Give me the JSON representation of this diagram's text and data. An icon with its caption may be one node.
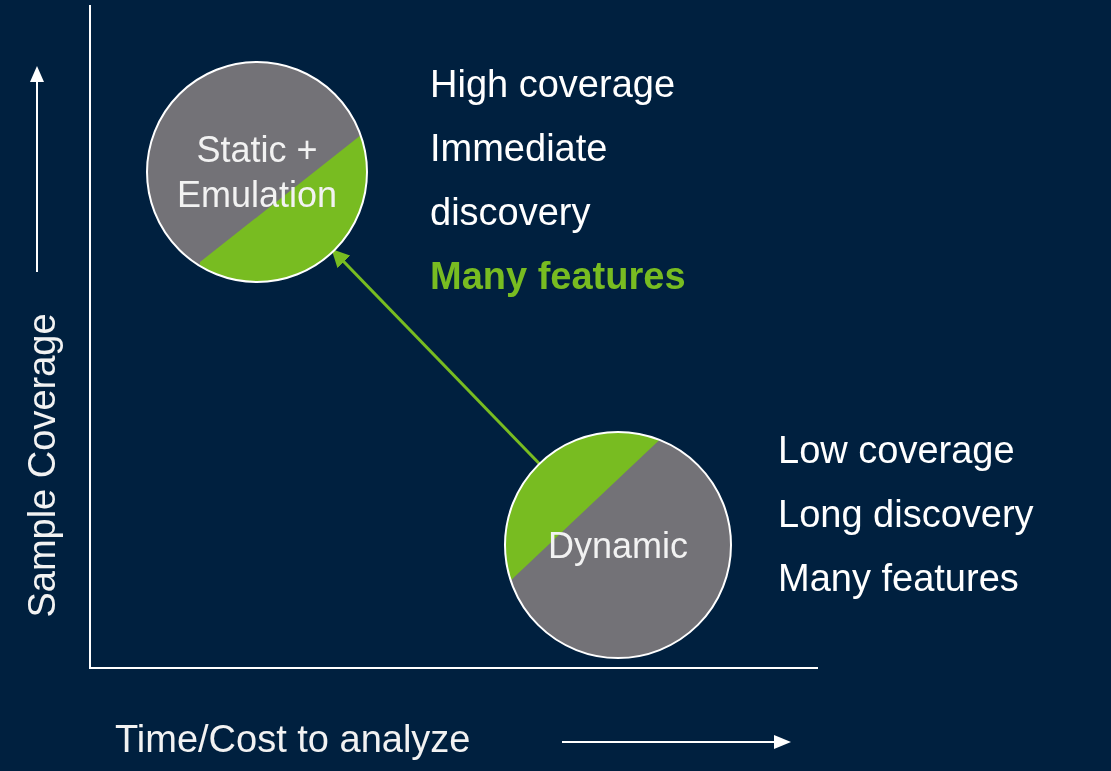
{
  "diagram": {
    "nodes": [
      {
        "text": [
          "Static + Emulation"
        ],
        "beside": [
          "High coverage",
          "Immediate discovery",
          "Many features"
        ]
      },
      {
        "text": [
          "Dynamic"
        ],
        "beside": [
          "Low coverage",
          "Long discovery",
          "Many features"
        ]
      }
    ],
    "edges": [
      {
        "from": 1,
        "to": 0,
        "arrow": "to",
        "color": "#78bc21"
      }
    ],
    "labels": [
      "Sample Coverage",
      "Time/Cost to analyze"
    ]
  }
}
